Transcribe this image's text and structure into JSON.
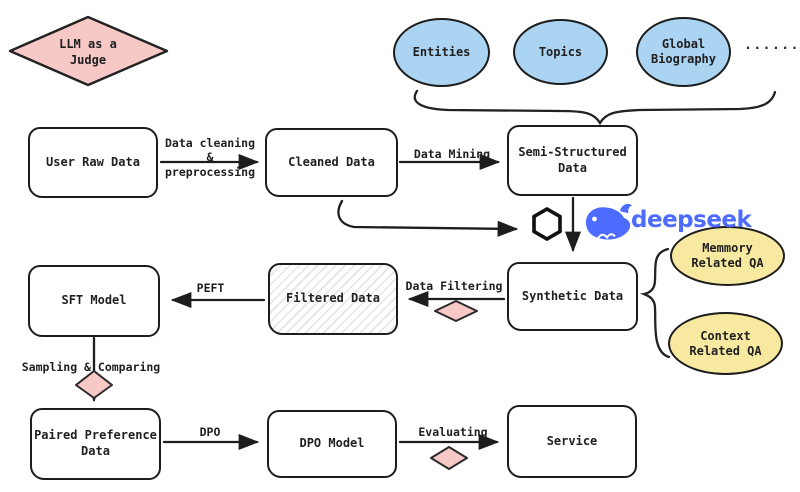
{
  "diagram": {
    "judge": {
      "label": "LLM as a\nJudge"
    },
    "topics": [
      "Entities",
      "Topics",
      "Global\nBiography"
    ],
    "dots": "......",
    "nodes": {
      "user_raw_data": "User Raw Data",
      "cleaned_data": "Cleaned Data",
      "semi_structured": "Semi-Structured\nData",
      "synthetic_data": "Synthetic Data",
      "filtered_data": "Filtered Data",
      "sft_model": "SFT Model",
      "paired_preference": "Paired Preference\nData",
      "dpo_model": "DPO Model",
      "service": "Service"
    },
    "qa_bubbles": [
      "Memmory\nRelated QA",
      "Context\nRelated QA"
    ],
    "edges": {
      "cleaning": "Data cleaning\n&\npreprocessing",
      "mining": "Data Mining",
      "filtering": "Data Filtering",
      "peft": "PEFT",
      "sampling": "Sampling & Comparing",
      "dpo": "DPO",
      "evaluating": "Evaluating"
    },
    "logos": {
      "openai": "openai-logo",
      "deepseek_wordmark": "deepseek"
    },
    "colors": {
      "ink": "#1d1d1d",
      "pink_fill": "#f6c9c7",
      "blue_fill": "#abd4f2",
      "yellow_fill": "#f8e9a1",
      "deepseek_blue": "#4d6bfe",
      "hatch_gray": "#e4e4e4"
    }
  }
}
